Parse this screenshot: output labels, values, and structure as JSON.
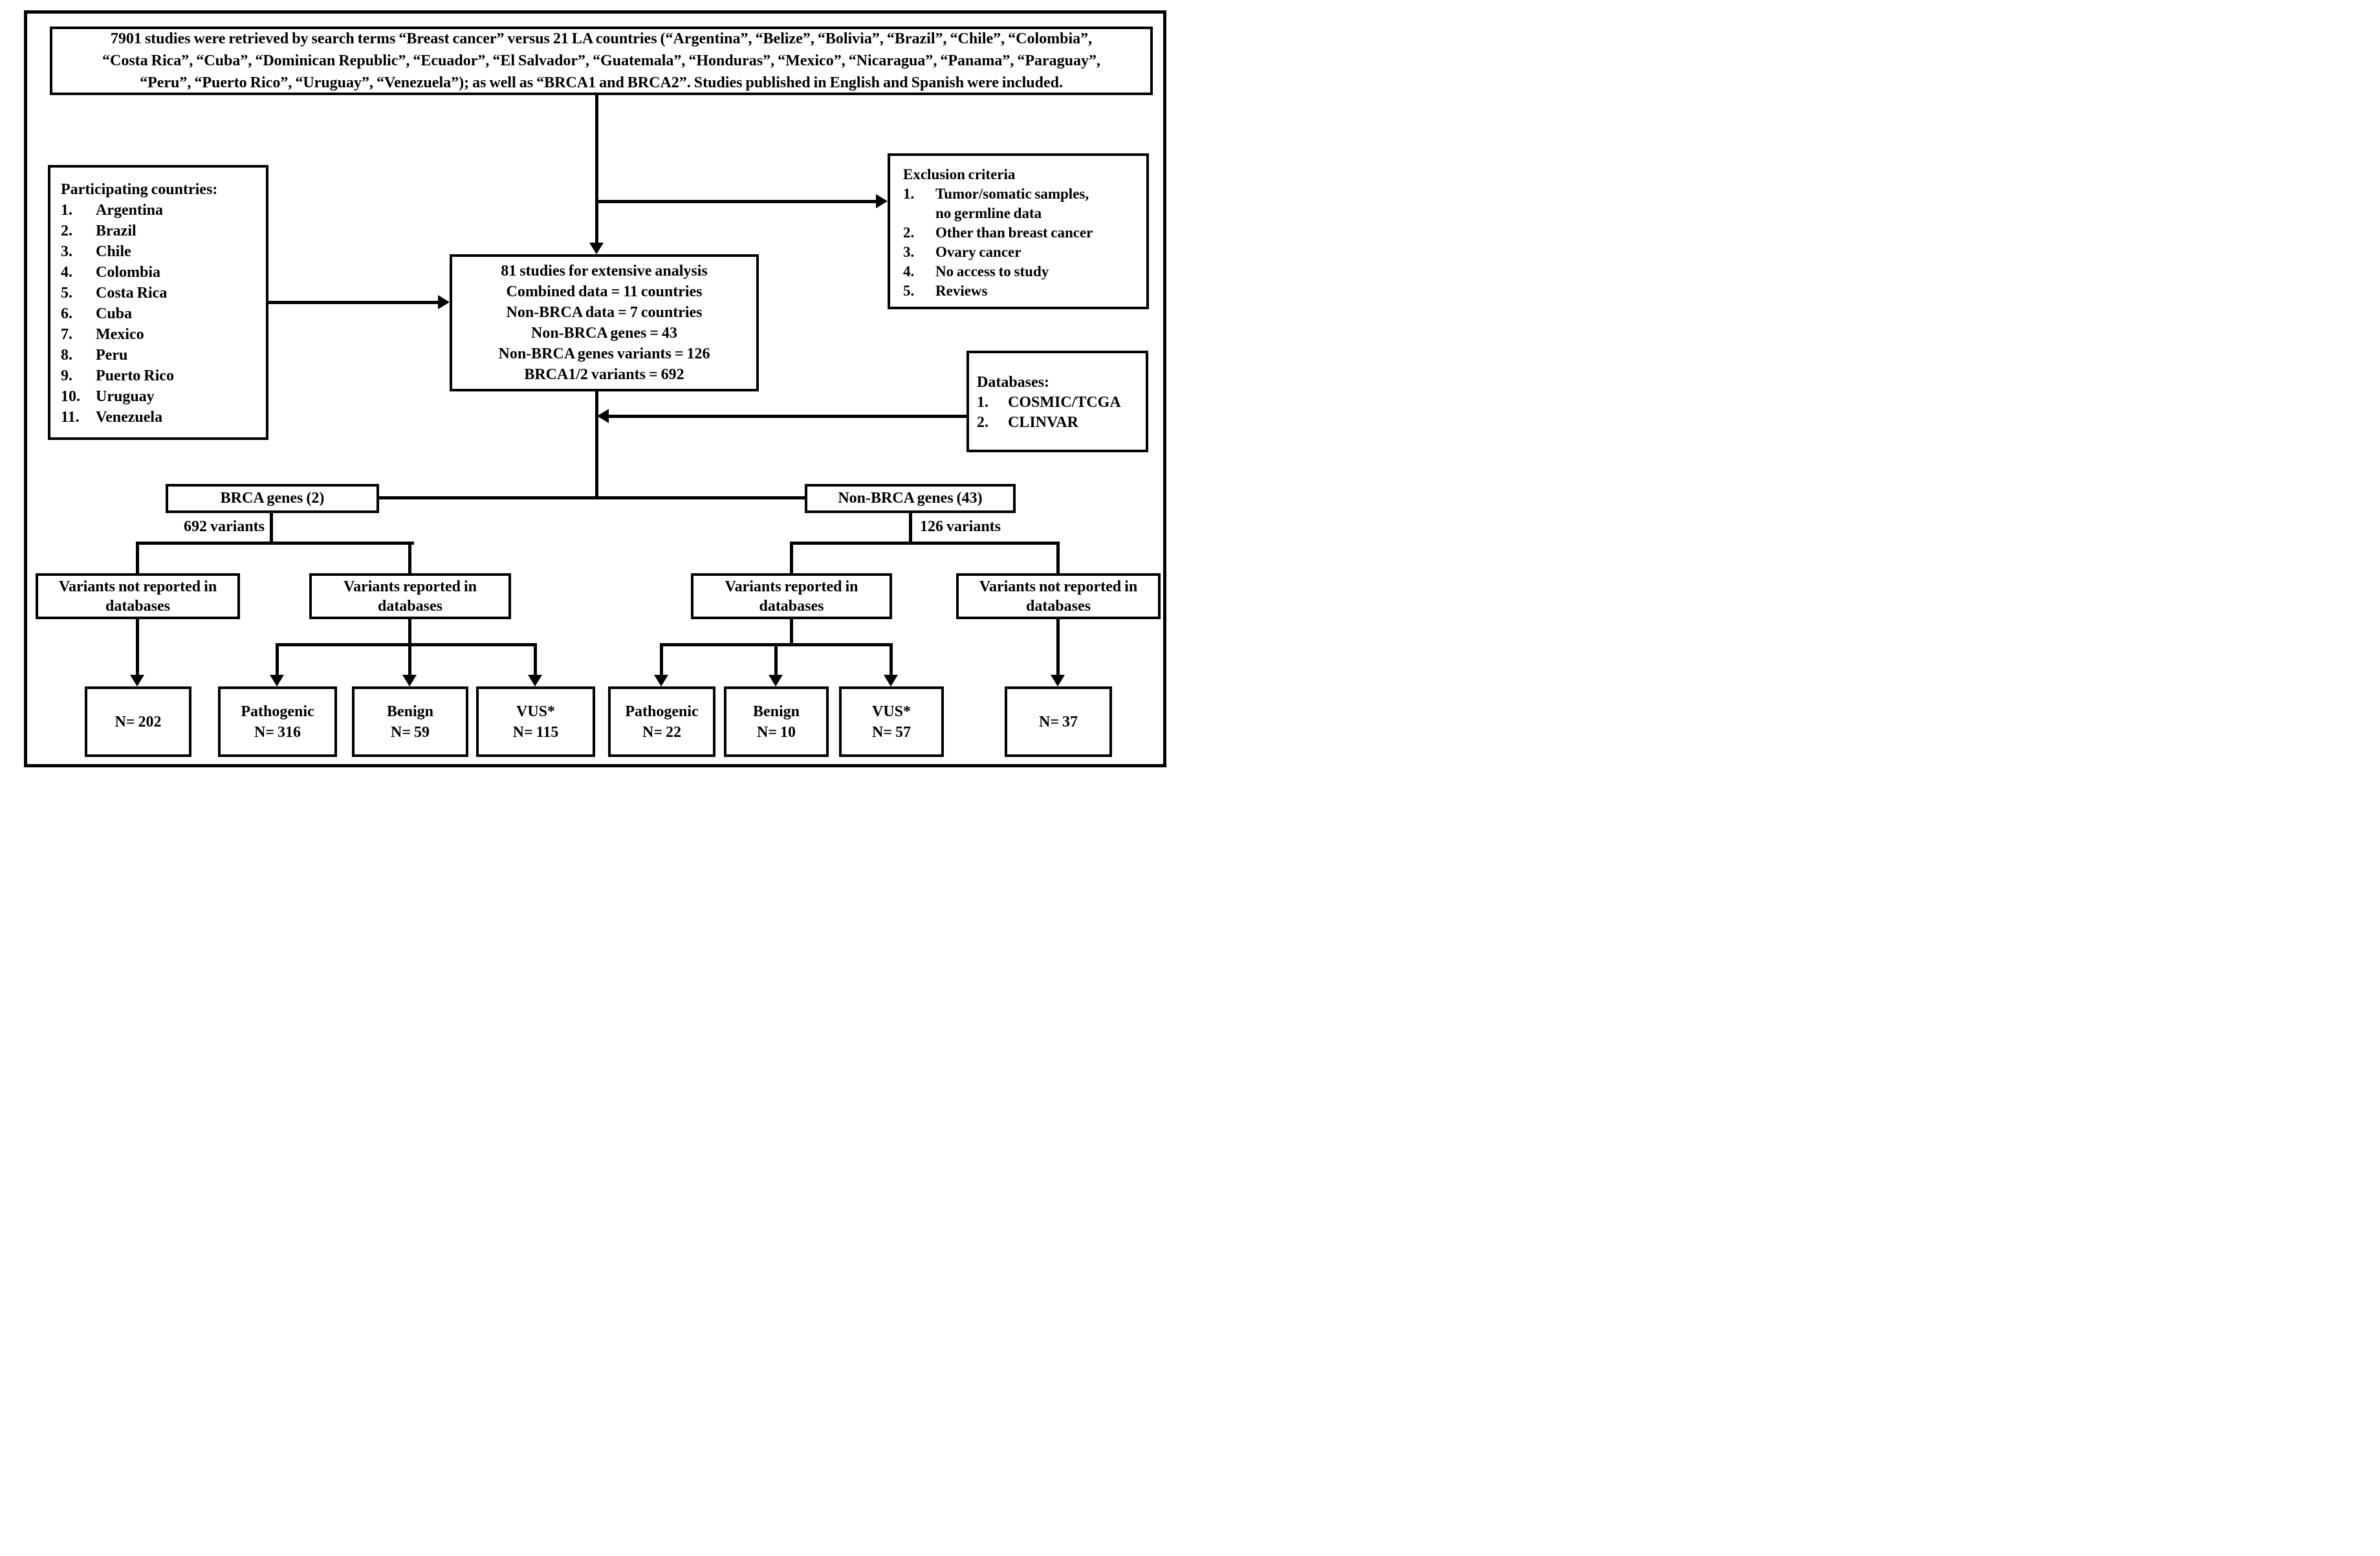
{
  "colors": {
    "ink": "#000000",
    "paper": "#ffffff"
  },
  "top_box": {
    "lines": [
      "7901 studies were retrieved by search terms “Breast cancer” versus 21 LA countries (“Argentina”, “Belize”, “Bolivia”, “Brazil”, “Chile”, “Colombia”,",
      "“Costa Rica”, “Cuba”, “Dominican Republic”, “Ecuador”, “El Salvador”, “Guatemala”, “Honduras”, “Mexico”, “Nicaragua”, “Panama”, “Paraguay”,",
      "“Peru”, “Puerto Rico”, “Uruguay”, “Venezuela”); as well as “BRCA1 and BRCA2”. Studies published in English and Spanish were included."
    ]
  },
  "participating_box": {
    "title": "Participating countries:",
    "items": [
      {
        "n": "1.",
        "t": "Argentina"
      },
      {
        "n": "2.",
        "t": "Brazil"
      },
      {
        "n": "3.",
        "t": "Chile"
      },
      {
        "n": "4.",
        "t": "Colombia"
      },
      {
        "n": "5.",
        "t": "Costa Rica"
      },
      {
        "n": "6.",
        "t": "Cuba"
      },
      {
        "n": "7.",
        "t": "Mexico"
      },
      {
        "n": "8.",
        "t": "Peru"
      },
      {
        "n": "9.",
        "t": "Puerto Rico"
      },
      {
        "n": "10.",
        "t": "Uruguay"
      },
      {
        "n": "11.",
        "t": "Venezuela"
      }
    ]
  },
  "exclusion_box": {
    "title": "Exclusion criteria",
    "items": [
      {
        "n": "1.",
        "t": "Tumor/somatic samples,\nno germline data"
      },
      {
        "n": "2.",
        "t": "Other than breast cancer"
      },
      {
        "n": "3.",
        "t": "Ovary cancer"
      },
      {
        "n": "4.",
        "t": "No access to study"
      },
      {
        "n": "5.",
        "t": "Reviews"
      }
    ]
  },
  "center_box": {
    "lines": [
      "81 studies for extensive analysis",
      "Combined data = 11 countries",
      "Non-BRCA data = 7 countries",
      "Non-BRCA genes = 43",
      "Non-BRCA genes variants = 126",
      "BRCA1/2 variants = 692"
    ]
  },
  "databases_box": {
    "title": "Databases:",
    "items": [
      {
        "n": "1.",
        "t": "COSMIC/TCGA"
      },
      {
        "n": "2.",
        "t": "CLINVAR"
      }
    ]
  },
  "brca_branch": {
    "gene_box": "BRCA genes (2)",
    "variants_label": "692 variants",
    "not_reported_box": "Variants not reported in\ndatabases",
    "reported_box": "Variants reported in\ndatabases",
    "not_reported_n": "N= 202",
    "pathogenic": {
      "label": "Pathogenic",
      "n": "N= 316"
    },
    "benign": {
      "label": "Benign",
      "n": "N= 59"
    },
    "vus": {
      "label": "VUS*",
      "n": "N= 115"
    }
  },
  "nonbrca_branch": {
    "gene_box": "Non-BRCA genes (43)",
    "variants_label": "126 variants",
    "reported_box": "Variants reported in\ndatabases",
    "not_reported_box": "Variants not reported in\ndatabases",
    "pathogenic": {
      "label": "Pathogenic",
      "n": "N= 22"
    },
    "benign": {
      "label": "Benign",
      "n": "N= 10"
    },
    "vus": {
      "label": "VUS*",
      "n": "N= 57"
    },
    "not_reported_n": "N= 37"
  }
}
